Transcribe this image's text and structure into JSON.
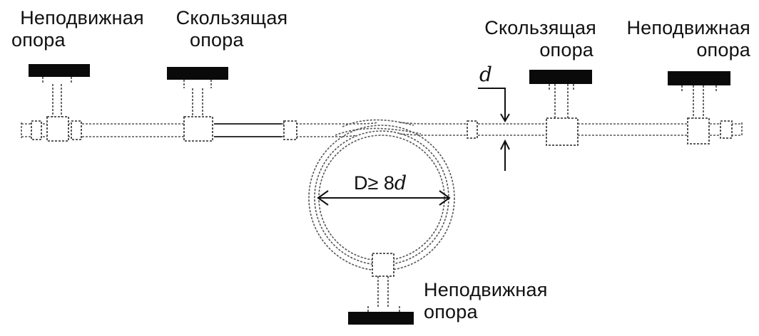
{
  "labels": {
    "fixed_support_line1": "Неподвижная",
    "sliding_support_line1": "Скользящая",
    "support_line2": "опора"
  },
  "diameter_label": {
    "prefix": "D≥ 8",
    "variable": "d"
  },
  "pipe_dimension_label": "d",
  "supports": [
    {
      "type": "fixed",
      "label_line1": "Неподвижная",
      "label_line2": "опора"
    },
    {
      "type": "sliding",
      "label_line1": "Скользящая",
      "label_line2": "опора"
    },
    {
      "type": "sliding",
      "label_line1": "Скользящая",
      "label_line2": "опора"
    },
    {
      "type": "fixed",
      "label_line1": "Неподвижная",
      "label_line2": "опора"
    },
    {
      "type": "fixed",
      "label_line1": "Неподвижная",
      "label_line2": "опора"
    }
  ]
}
